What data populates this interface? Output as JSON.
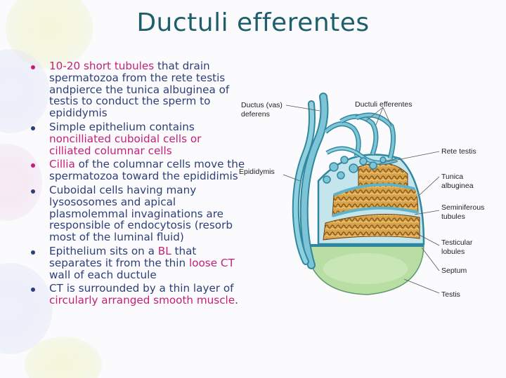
{
  "title": "Ductuli efferentes",
  "colors": {
    "title": "#1f5f6b",
    "body_text": "#2e3f78",
    "highlight": "#c41f78",
    "tubule": "#5fb3c8",
    "testis": "#b9dea3"
  },
  "bullets": [
    {
      "bullet_color": "pink",
      "segments": [
        {
          "text": "10-20 short tubules",
          "style": "pink"
        },
        {
          "text": " that drain spermatozoa from the rete testis andpierce the tunica albuginea of testis to conduct the sperm to epididymis",
          "style": "normal"
        }
      ]
    },
    {
      "bullet_color": "blue",
      "segments": [
        {
          "text": "Simple epithelium contains ",
          "style": "normal"
        },
        {
          "text": "noncilliated cuboidal cells or cilliated columnar cells",
          "style": "pink"
        }
      ]
    },
    {
      "bullet_color": "pink",
      "segments": [
        {
          "text": "Cillia",
          "style": "pink"
        },
        {
          "text": " of the columnar cells move the spermatozoa toward the epididimis",
          "style": "normal"
        }
      ]
    },
    {
      "bullet_color": "blue",
      "segments": [
        {
          "text": "Cuboidal cells having many lysososomes and apical plasmolemmal invaginations are responsible of endocytosis (resorb most of the luminal fluid)",
          "style": "normal"
        }
      ]
    },
    {
      "bullet_color": "blue",
      "segments": [
        {
          "text": "Epithelium sits on a ",
          "style": "normal"
        },
        {
          "text": "BL",
          "style": "pink"
        },
        {
          "text": " that separates it from the thin ",
          "style": "normal"
        },
        {
          "text": "loose CT",
          "style": "pink"
        },
        {
          "text": " wall of each ductule",
          "style": "normal"
        }
      ]
    },
    {
      "bullet_color": "blue",
      "segments": [
        {
          "text": "CT is surrounded by a thin layer of ",
          "style": "normal"
        },
        {
          "text": "circularly arranged smooth muscle",
          "style": "pink"
        },
        {
          "text": ".",
          "style": "normal"
        }
      ]
    }
  ],
  "diagram": {
    "labels": {
      "ductus_line1": "Ductus (vas)",
      "ductus_line2": "deferens",
      "ductuli": "Ductuli efferentes",
      "epididymis": "Epididymis",
      "rete": "Rete testis",
      "tunica_line1": "Tunica",
      "tunica_line2": "albuginea",
      "seminiferous_line1": "Seminiferous",
      "seminiferous_line2": "tubules",
      "lobules_line1": "Testicular",
      "lobules_line2": "lobules",
      "septum": "Septum",
      "testis": "Testis"
    }
  }
}
